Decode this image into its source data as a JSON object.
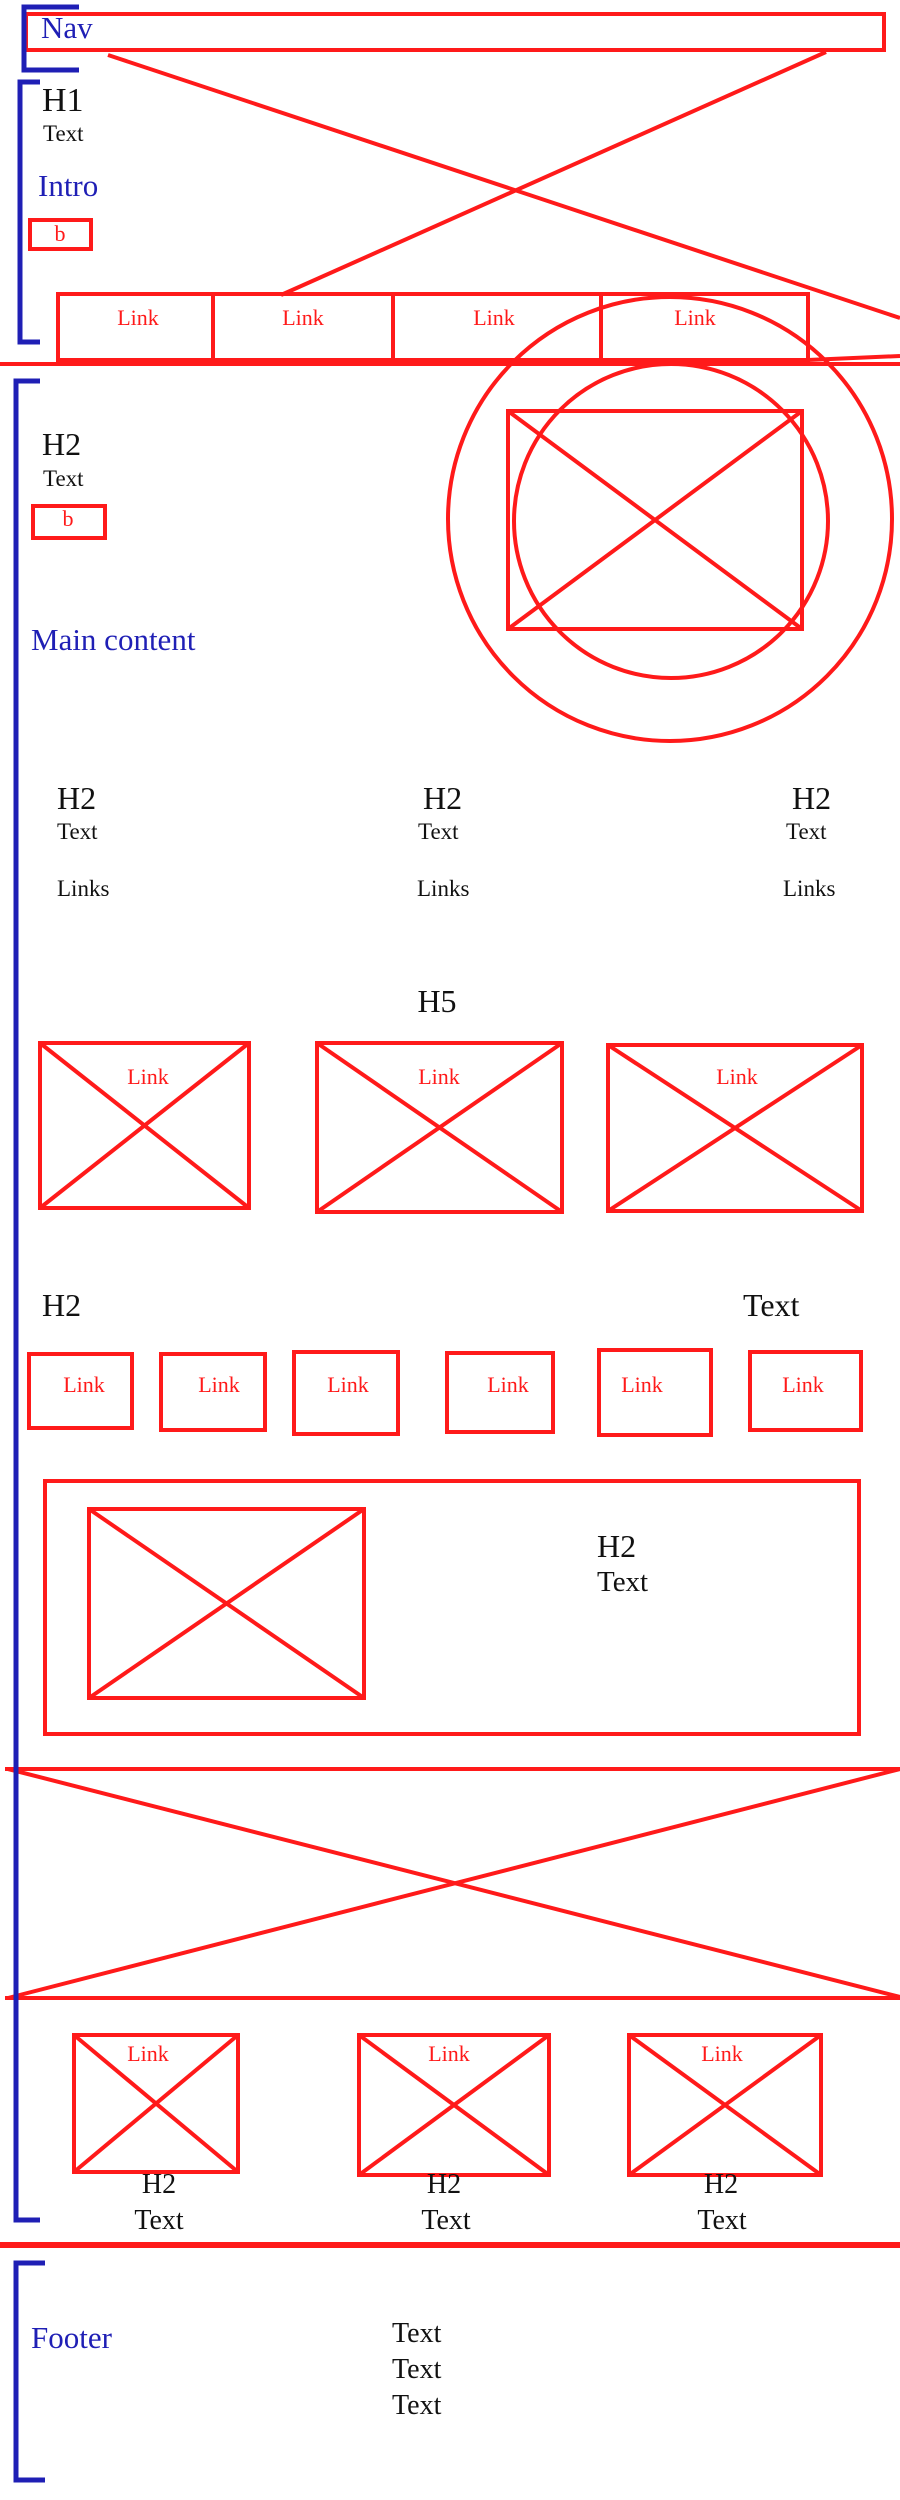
{
  "section_labels": {
    "nav": "Nav",
    "intro": "Intro",
    "main": "Main content",
    "footer": "Footer"
  },
  "intro": {
    "heading": "H1",
    "text": "Text",
    "button": "b",
    "links": [
      "Link",
      "Link",
      "Link",
      "Link"
    ]
  },
  "hero": {
    "heading": "H2",
    "text": "Text",
    "button": "b"
  },
  "columns": [
    {
      "heading": "H2",
      "text": "Text",
      "links": "Links"
    },
    {
      "heading": "H2",
      "text": "Text",
      "links": "Links"
    },
    {
      "heading": "H2",
      "text": "Text",
      "links": "Links"
    }
  ],
  "gallery": {
    "heading": "H5",
    "cards": [
      "Link",
      "Link",
      "Link"
    ]
  },
  "link_row": {
    "heading": "H2",
    "aside": "Text",
    "links": [
      "Link",
      "Link",
      "Link",
      "Link",
      "Link",
      "Link"
    ]
  },
  "feature": {
    "heading": "H2",
    "text": "Text"
  },
  "cards": [
    {
      "link": "Link",
      "heading": "H2",
      "text": "Text"
    },
    {
      "link": "Link",
      "heading": "H2",
      "text": "Text"
    },
    {
      "link": "Link",
      "heading": "H2",
      "text": "Text"
    }
  ],
  "footer": {
    "lines": [
      "Text",
      "Text",
      "Text"
    ]
  },
  "colors": {
    "wireframe": "#ff1a1a",
    "annotation": "#1f1fb5"
  }
}
